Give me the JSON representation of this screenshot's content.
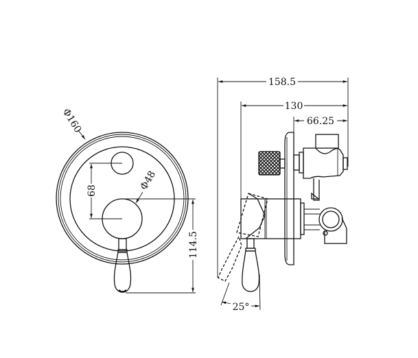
{
  "front_view": {
    "diameter_plate": "Φ160",
    "diameter_handle_hub": "Φ48",
    "button_to_hub": "68",
    "hub_to_lever_tip": "114.5"
  },
  "side_view": {
    "overall_depth": "158.5",
    "depth_from_lever_body": "130",
    "depth_behind_plate": "66.25",
    "lever_angle": "25°"
  },
  "colors": {
    "line": "#111111",
    "background": "#ffffff"
  }
}
